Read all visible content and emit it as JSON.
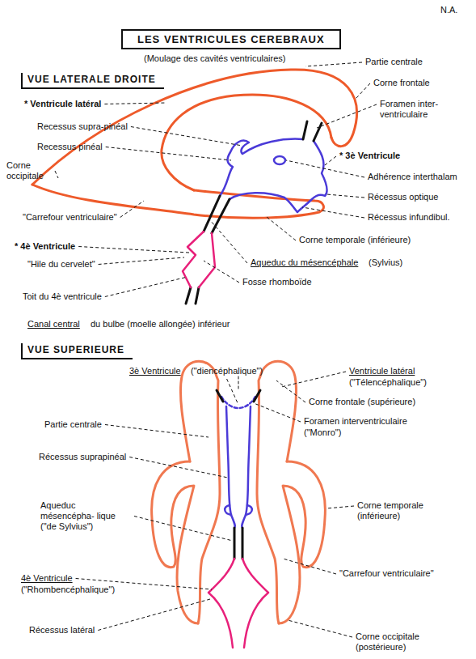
{
  "diagram": {
    "title": "LES VENTRICULES CEREBRAUX",
    "caption": "(Moulage des cavités ventriculaires)",
    "labels": [
      "N.A.",
      "VUE LATERALE DROITE",
      "Partie centrale",
      "Corne frontale",
      "* Ventricule latéral",
      "Foramen inter- ventriculaire",
      "Recessus supra-pinéal",
      "Recessus pinéal",
      "* 3è Ventricule",
      "Corne occipitale",
      "Adhérence interthalam",
      "Récessus optique",
      "\"Carrefour ventriculaire\"",
      "Récessus infundibul.",
      "* 4è Ventricule",
      "Corne temporale (inférieure)",
      "\"Hile du cervelet\"",
      "Aqueduc du mésencéphale",
      "(Sylvius)",
      "Fosse rhomboïde",
      "Toit du 4è ventricule",
      "Canal central",
      "du bulbe (moelle allongée) inférieur",
      "VUE SUPERIEURE",
      "3è Ventricule",
      "(\"diencéphalique\")",
      "Ventricule latéral",
      "(\"Télencéphalique\")",
      "Corne frontale (supérieure)",
      "Partie centrale",
      "Foramen interventriculaire",
      "(\"Monro\")",
      "Récessus suprapinéal",
      "Aqueduc mésencépha- lique (\"de Sylvius\")",
      "Corne temporale (inférieure)",
      "\"Carrefour ventriculaire\"",
      "4è Ventricule",
      "(\"Rhombencéphalique\")",
      "Récessus latéral",
      "Corne occipitale (postérieure)"
    ]
  }
}
